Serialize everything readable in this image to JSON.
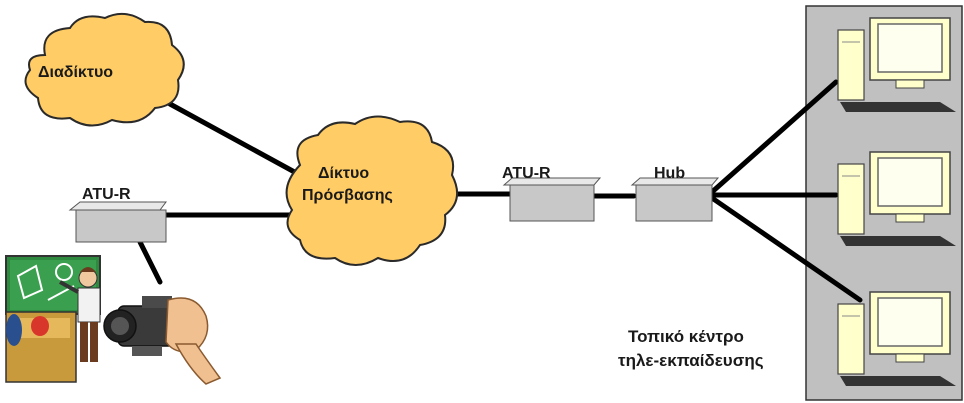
{
  "nodes": {
    "internet": "Διαδίκτυο",
    "access_network_line1": "Δίκτυο",
    "access_network_line2": "Πρόσβασης",
    "atu_r_left": "ATU-R",
    "atu_r_middle": "ATU-R",
    "hub": "Hub",
    "center_line1": "Τοπικό κέντρο",
    "center_line2": "τηλε-εκπαίδευσης"
  },
  "colors": {
    "cloud_fill": "#ffcc66",
    "device_fill": "#c8c8c8",
    "panel_fill": "#c0c0c0",
    "monitor_fill": "#ffffcc",
    "line": "#000000"
  },
  "icons": {
    "teacher_clipart": "teacher-at-blackboard-icon",
    "camera_clipart": "video-camera-icon",
    "computer": "desktop-computer-icon"
  }
}
